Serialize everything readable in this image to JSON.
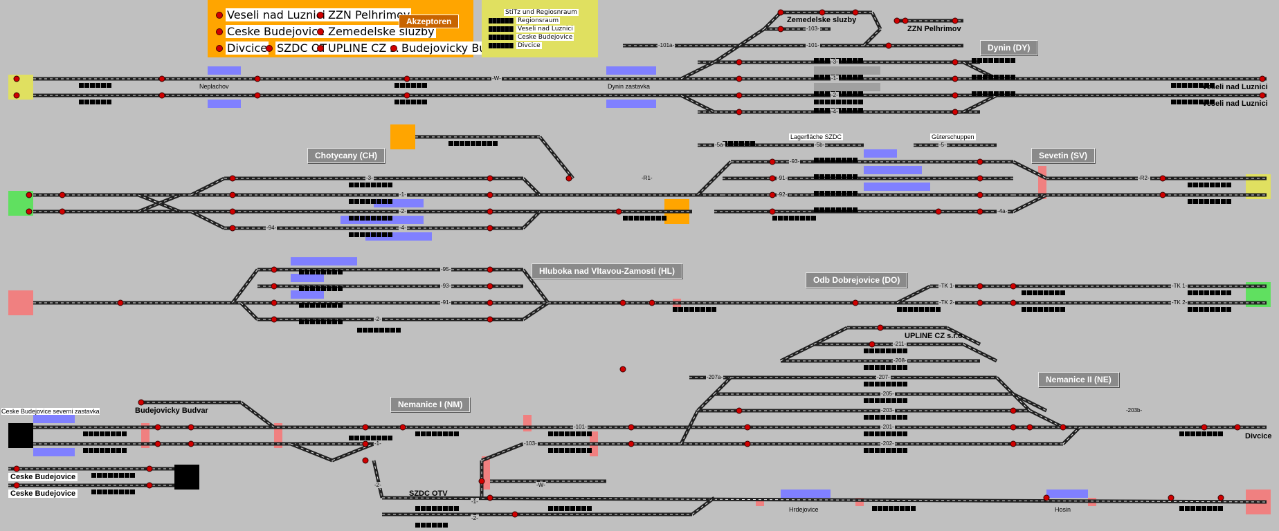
{
  "legend_orange": {
    "items": [
      "Veseli nad Luznici GWB",
      "ZZN Pelhrimov",
      "Ceske Budejovice GWB",
      "Zemedelske sluzby",
      "Divcice",
      "SZDC OTV",
      "UPLINE CZ s.r.o.",
      "Budejovicky Budvar"
    ],
    "button_label": "Akzeptoren",
    "bg_color": "#ffa500"
  },
  "legend_yellow": {
    "items": [
      "StiTz und Regiosnraum",
      "Regionsraum",
      "Veseli nad Luznici",
      "Ceske Budejovice",
      "Divcice"
    ],
    "bg_color": "#e0e060"
  },
  "stations": {
    "dynin": "Dynin (DY)",
    "chotycany": "Chotycany (CH)",
    "sevetin": "Sevetin (SV)",
    "hluboka": "Hluboka nad Vltavou-Zamosti    (HL)",
    "dobrejovice": "Odb Dobrejovice (DO)",
    "nemanice1": "Nemanice I (NM)",
    "nemanice2": "Nemanice II (NE)"
  },
  "destinations": {
    "zemedelske": "Zemedelske sluzby",
    "zzn": "ZZN Pelhrimov",
    "veseli1": "Veseli nad Luznici",
    "veseli2": "Veseli nad Luznici",
    "budvar": "Budejovicky Budvar",
    "cb1": "Ceske Budejovice",
    "cb2": "Ceske Budejovice",
    "szdc_otv": "SZDC OTV",
    "upline": "UPLINE CZ s.r.o.",
    "divcice": "Divcice",
    "cb_severni": "Ceske Budejovice   severni zastavka"
  },
  "stops": {
    "neplachov": "Neplachov",
    "dynin_zastavka": "Dynin zastavka",
    "lagerflache": "Lagerfläche SZDC",
    "guterschuppen": "Güterschuppen",
    "hrdejovice": "Hrdejovice",
    "hosin": "Hosin"
  },
  "track_labels": [
    "-W-",
    "-101a-",
    "-103-",
    "-101-",
    "-3-",
    "-1-",
    "-2-",
    "-4-",
    "-5a-",
    "-5b-",
    "-5-",
    "-93-",
    "-91-",
    "-92-",
    "-R1-",
    "-R2-",
    "-4a-",
    "-95-",
    "-93-",
    "-91-",
    "-2-",
    "-TK 1-",
    "-TK 2-",
    "-TK 1-",
    "-TK 2-",
    "-211-",
    "-208-",
    "-207-",
    "-207a-",
    "-205-",
    "-203-",
    "-201-",
    "-202-",
    "-203b-",
    "-101-",
    "-103-",
    "-W-",
    "-1-",
    "-2-",
    "-94-",
    "-3-",
    "-1-",
    "-2-",
    "-4-",
    "-2-",
    "-1-"
  ],
  "colors": {
    "background": "#c0c0c0",
    "track": "#2a2a2a",
    "signal_red": "#d00000",
    "occupied_blue": "#8080ff",
    "endpoint_green": "#60e060",
    "endpoint_yellow": "#e0e060",
    "endpoint_red": "#f08080",
    "station_label_bg": "#8a8a8a"
  }
}
